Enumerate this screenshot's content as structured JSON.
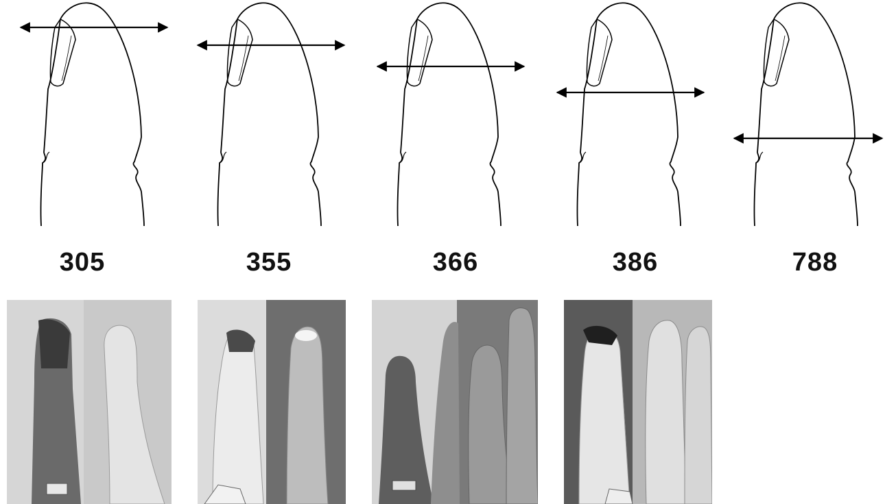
{
  "figure": {
    "levels": [
      {
        "label": "305"
      },
      {
        "label": "355"
      },
      {
        "label": "366"
      },
      {
        "label": "386"
      },
      {
        "label": "788"
      }
    ],
    "photos": [
      {
        "name": "photo-305",
        "panels": 2
      },
      {
        "name": "photo-355",
        "panels": 2
      },
      {
        "name": "photo-366",
        "panels": 2
      },
      {
        "name": "photo-386",
        "panels": 2
      }
    ]
  }
}
